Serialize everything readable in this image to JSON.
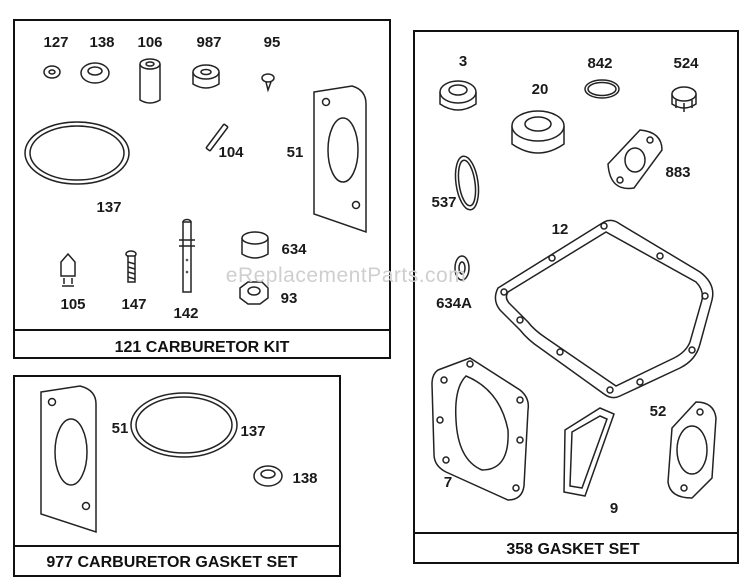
{
  "watermark": "eReplacementParts.com",
  "kits": [
    {
      "caption": "121 CARBURETOR KIT",
      "labels": {
        "p127": "127",
        "p138": "138",
        "p106": "106",
        "p987": "987",
        "p95": "95",
        "p104": "104",
        "p51": "51",
        "p137": "137",
        "p634": "634",
        "p105": "105",
        "p147": "147",
        "p142": "142",
        "p93": "93"
      }
    },
    {
      "caption": "977 CARBURETOR GASKET SET",
      "labels": {
        "p51": "51",
        "p137": "137",
        "p138": "138"
      }
    },
    {
      "caption": "358 GASKET SET",
      "labels": {
        "p3": "3",
        "p20": "20",
        "p842": "842",
        "p524": "524",
        "p883": "883",
        "p537": "537",
        "p12": "12",
        "p634A": "634A",
        "p52": "52",
        "p7": "7",
        "p9": "9"
      }
    }
  ]
}
